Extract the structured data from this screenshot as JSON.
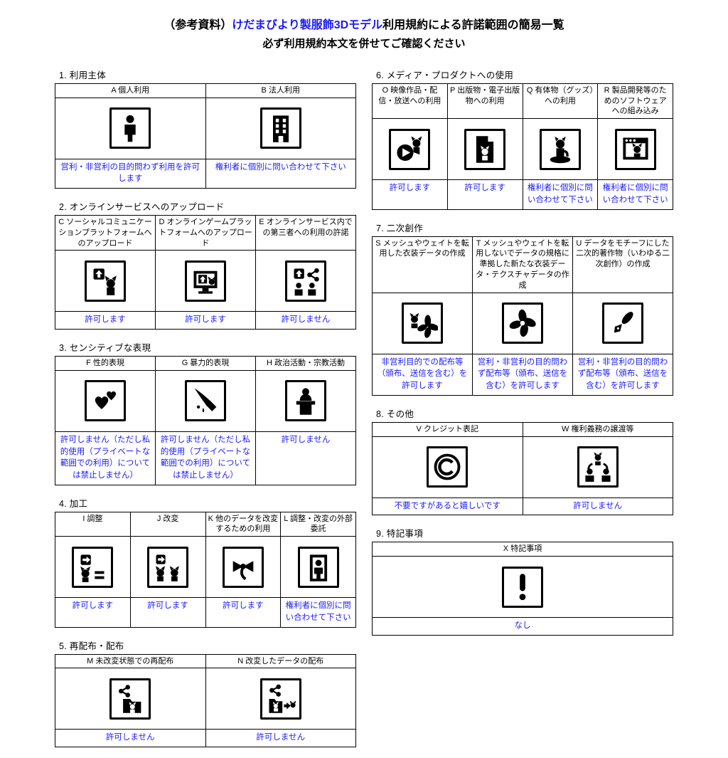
{
  "title": {
    "prefix": "（参考資料）",
    "highlight": "けだまびより製服飾3Dモデル",
    "suffix": "利用規約による許諾範囲の簡易一覧",
    "line2": "必ず利用規約本文を併せてご確認ください"
  },
  "colors": {
    "accent": "#1a1aff",
    "text": "#000000",
    "background": "#ffffff"
  },
  "sections": [
    {
      "key": "usage-entity",
      "title": "1. 利用主体",
      "side": "left",
      "items": [
        {
          "code": "A",
          "label": "A 個人利用",
          "icon": "person-icon",
          "result": "営利・非営利の目的問わず利用を許可します"
        },
        {
          "code": "B",
          "label": "B 法人利用",
          "icon": "building-icon",
          "result": "権利者に個別に問い合わせて下さい"
        }
      ]
    },
    {
      "key": "online-upload",
      "title": "2. オンラインサービスへのアップロード",
      "side": "left",
      "items": [
        {
          "code": "C",
          "label": "C ソーシャルコミュニケーションプラットフォームへのアップロード",
          "icon": "upload-social-icon",
          "result": "許可します"
        },
        {
          "code": "D",
          "label": "D オンラインゲームプラットフォームへのアップロード",
          "icon": "upload-game-icon",
          "result": "許可します"
        },
        {
          "code": "E",
          "label": "E オンラインサービス内での第三者への利用の許諾",
          "icon": "upload-share-icon",
          "result": "許可しません"
        }
      ]
    },
    {
      "key": "sensitive-expression",
      "title": "3. センシティブな表現",
      "side": "left",
      "items": [
        {
          "code": "F",
          "label": "F 性的表現",
          "icon": "hearts-icon",
          "result": "許可しません（ただし私的使用（プライベートな範囲での利用）については禁止しません）"
        },
        {
          "code": "G",
          "label": "G 暴力的表現",
          "icon": "knife-icon",
          "result": "許可しません（ただし私的使用（プライベートな範囲での利用）については禁止しません）"
        },
        {
          "code": "H",
          "label": "H 政治活動・宗教活動",
          "icon": "podium-icon",
          "result": "許可しません"
        }
      ]
    },
    {
      "key": "processing",
      "title": "4. 加工",
      "side": "left",
      "items": [
        {
          "code": "I",
          "label": "I 調整",
          "icon": "adjust-icon",
          "result": "許可します"
        },
        {
          "code": "J",
          "label": "J 改変",
          "icon": "modify-icon",
          "result": "許可します"
        },
        {
          "code": "K",
          "label": "K 他のデータを改変するための利用",
          "icon": "bow-icon",
          "result": "許可します"
        },
        {
          "code": "L",
          "label": "L 調整・改変の外部委託",
          "icon": "outsource-icon",
          "result": "権利者に個別に問い合わせて下さい"
        }
      ]
    },
    {
      "key": "redistribution",
      "title": "5. 再配布・配布",
      "side": "left",
      "items": [
        {
          "code": "M",
          "label": "M 未改変状態での再配布",
          "icon": "share-folder-icon",
          "result": "許可しません"
        },
        {
          "code": "N",
          "label": "N 改変したデータの配布",
          "icon": "share-modified-icon",
          "result": "許可しません"
        }
      ]
    },
    {
      "key": "media-product",
      "title": "6. メディア・プロダクトへの使用",
      "side": "right",
      "items": [
        {
          "code": "O",
          "label": "O 映像作品・配信・放送への利用",
          "icon": "video-icon",
          "result": "許可します"
        },
        {
          "code": "P",
          "label": "P 出版物・電子出版物への利用",
          "icon": "publication-icon",
          "result": "許可します"
        },
        {
          "code": "Q",
          "label": "Q 有体物（グッズ）への利用",
          "icon": "goods-icon",
          "result": "権利者に個別に問い合わせて下さい"
        },
        {
          "code": "R",
          "label": "R 製品開発等のためのソフトウェアへの組み込み",
          "icon": "software-icon",
          "result": "権利者に個別に問い合わせて下さい"
        }
      ]
    },
    {
      "key": "derivative-works",
      "title": "7. 二次創作",
      "side": "right",
      "items": [
        {
          "code": "S",
          "label": "S メッシュやウェイトを転用した衣装データの作成",
          "icon": "costume-transfer-icon",
          "result": "非営利目的での配布等（頒布、送信を含む）を許可します"
        },
        {
          "code": "T",
          "label": "T メッシュやウェイトを転用しないでデータの規格に準拠した新たな衣装データ・テクスチャデータの作成",
          "icon": "costume-new-icon",
          "result": "営利・非営利の目的問わず配布等（頒布、送信を含む）を許可します"
        },
        {
          "code": "U",
          "label": "U データをモチーフにした二次的著作物（いわゆる二次創作）の作成",
          "icon": "pen-icon",
          "result": "営利・非営利の目的問わず配布等（頒布、送信を含む）を許可します"
        }
      ]
    },
    {
      "key": "others",
      "title": "8. その他",
      "side": "right",
      "items": [
        {
          "code": "V",
          "label": "V クレジット表記",
          "icon": "copyright-icon",
          "result": "不要ですがあると嬉しいです"
        },
        {
          "code": "W",
          "label": "W 権利義務の譲渡等",
          "icon": "transfer-rights-icon",
          "result": "許可しません"
        }
      ]
    },
    {
      "key": "special-notes",
      "title": "9. 特記事項",
      "side": "right",
      "items": [
        {
          "code": "X",
          "label": "X 特記事項",
          "icon": "exclamation-icon",
          "result": "なし"
        }
      ]
    }
  ]
}
